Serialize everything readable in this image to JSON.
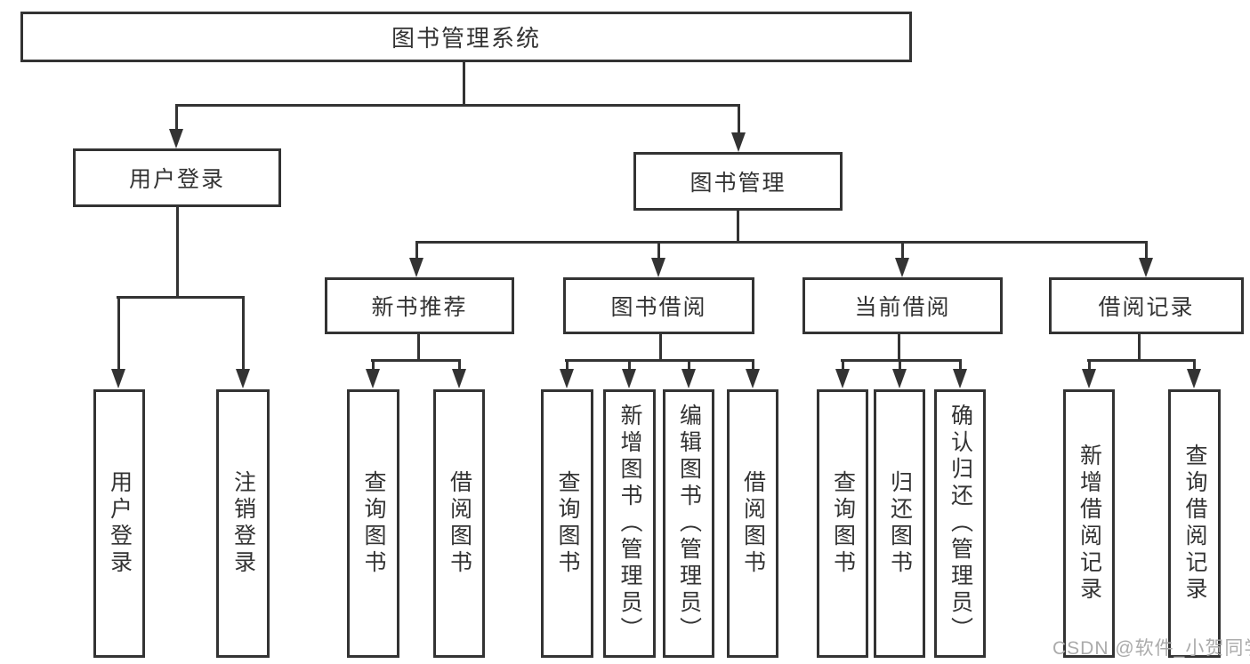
{
  "diagram": {
    "root_label": "图书管理系统",
    "level2": {
      "user_login": "用户登录",
      "book_mgmt": "图书管理"
    },
    "level3": {
      "new_book_rec": "新书推荐",
      "book_borrow": "图书借阅",
      "current_borrow": "当前借阅",
      "borrow_records": "借阅记录"
    },
    "leaves": {
      "user_login_leaf": "用户登录",
      "logout": "注销登录",
      "rec_query": "查询图书",
      "rec_borrow": "借阅图书",
      "bb_query": "查询图书",
      "bb_add": "新增图书（管理员）",
      "bb_edit": "编辑图书（管理员）",
      "bb_borrow": "借阅图书",
      "cb_query": "查询图书",
      "cb_return": "归还图书",
      "cb_confirm": "确认归还（管理员）",
      "br_add": "新增借阅记录",
      "br_query": "查询借阅记录"
    },
    "watermark": "CSDN @软件_小贺同学"
  }
}
